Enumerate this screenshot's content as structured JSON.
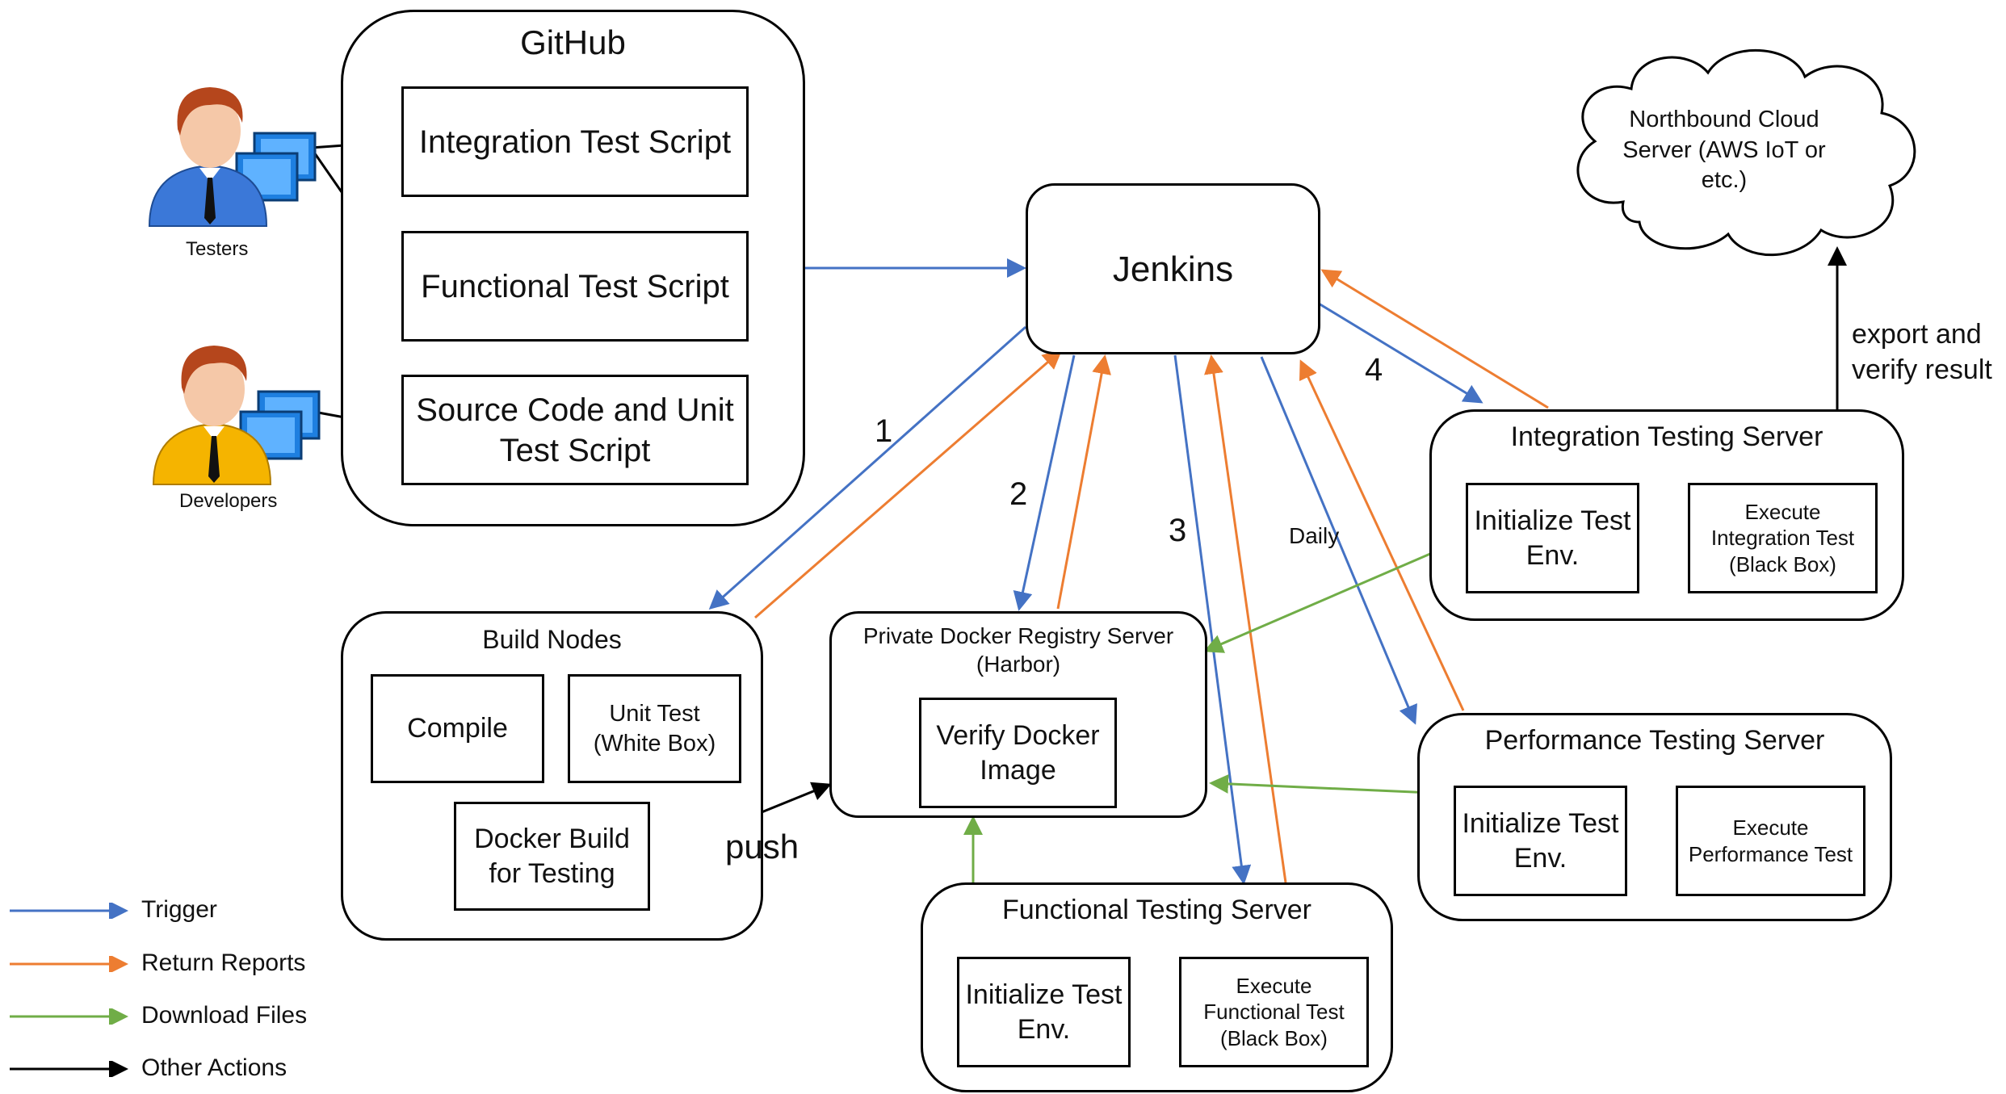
{
  "actors": {
    "testers": "Testers",
    "developers": "Developers"
  },
  "github": {
    "title": "GitHub",
    "integration_script": "Integration Test Script",
    "functional_script": "Functional Test Script",
    "source_code": "Source Code and Unit Test Script"
  },
  "jenkins": {
    "title": "Jenkins"
  },
  "cloud": {
    "text": "Northbound Cloud Server (AWS IoT or etc.)"
  },
  "export_label": "export and verify result",
  "build_nodes": {
    "title": "Build Nodes",
    "compile": "Compile",
    "unit_test": "Unit Test (White Box)",
    "docker_build": "Docker Build for Testing"
  },
  "push_label": "push",
  "registry": {
    "title": "Private Docker Registry Server (Harbor)",
    "verify": "Verify Docker Image"
  },
  "integration_server": {
    "title": "Integration Testing Server",
    "init": "Initialize Test Env.",
    "execute": "Execute Integration Test (Black Box)"
  },
  "performance_server": {
    "title": "Performance Testing Server",
    "init": "Initialize Test Env.",
    "execute": "Execute Performance Test"
  },
  "functional_server": {
    "title": "Functional Testing Server",
    "init": "Initialize Test Env.",
    "execute": "Execute Functional Test (Black Box)"
  },
  "step_labels": {
    "s1": "1",
    "s2": "2",
    "s3": "3",
    "s4": "4",
    "daily": "Daily"
  },
  "legend": {
    "trigger": "Trigger",
    "return_reports": "Return Reports",
    "download_files": "Download Files",
    "other_actions": "Other Actions"
  },
  "colors": {
    "trigger": "#4472C4",
    "return_reports": "#ED7D31",
    "download_files": "#70AD47",
    "other_actions": "#000000",
    "tester_shirt": "#3B78D8",
    "developer_shirt": "#F5B400",
    "monitor": "#1E7FE0",
    "skin": "#F5C8A8",
    "hair": "#B5461C"
  }
}
